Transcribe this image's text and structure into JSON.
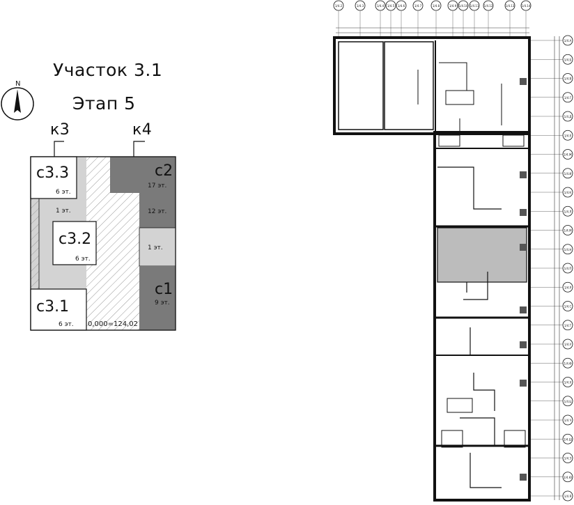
{
  "header": {
    "title": "Участок 3.1",
    "subtitle": "Этап 5"
  },
  "compass": {
    "label": "N"
  },
  "corpus": [
    {
      "id": "k3",
      "label": "к3"
    },
    {
      "id": "k4",
      "label": "к4"
    }
  ],
  "sections": [
    {
      "id": "c33",
      "name": "с3.3",
      "floors": "6 эт."
    },
    {
      "id": "c32",
      "name": "с3.2",
      "floors": "6 эт."
    },
    {
      "id": "c31",
      "name": "с3.1",
      "floors": "6 эт."
    },
    {
      "id": "c2",
      "name": "с2",
      "floors": "17 эт."
    },
    {
      "id": "c2b",
      "name": "",
      "floors": "12 эт."
    },
    {
      "id": "c1a",
      "name": "",
      "floors": "1 эт."
    },
    {
      "id": "c1",
      "name": "с1",
      "floors": "9 эт."
    },
    {
      "id": "left1",
      "name": "",
      "floors": "1 эт."
    }
  ],
  "elevation": "0,000=124,02",
  "axis_marks": {
    "top": [
      "1/4.2",
      "1/4.3",
      "1/4.4",
      "1/4.5",
      "1/4.6",
      "1/4.7",
      "1/4.8",
      "1/4.9",
      "1/4.10",
      "1/4.11",
      "1/4.12",
      "1/4.13",
      "1/4.14"
    ],
    "right": [
      "1/4.A",
      "1/4.Б",
      "1/4.В",
      "1/4.Г",
      "1/4.Д",
      "1/4.Е",
      "1/4.Ж",
      "1/4.И",
      "1/4.К",
      "1/4.Л",
      "1/4.М",
      "1/4.Н",
      "1/4.П",
      "1/4.Р",
      "1/4.С",
      "1/4.Т",
      "1/4.У",
      "1/4.Ф",
      "1/4.Х",
      "1/4.Ц",
      "1/4.Ч",
      "1/4.Ш",
      "1/4.Э",
      "1/4.Ю",
      "1/4.Я"
    ]
  },
  "colors": {
    "dark": "#7a7a7a",
    "light": "#d3d3d3",
    "highlight": "#bcbcbc",
    "line": "#111111"
  }
}
